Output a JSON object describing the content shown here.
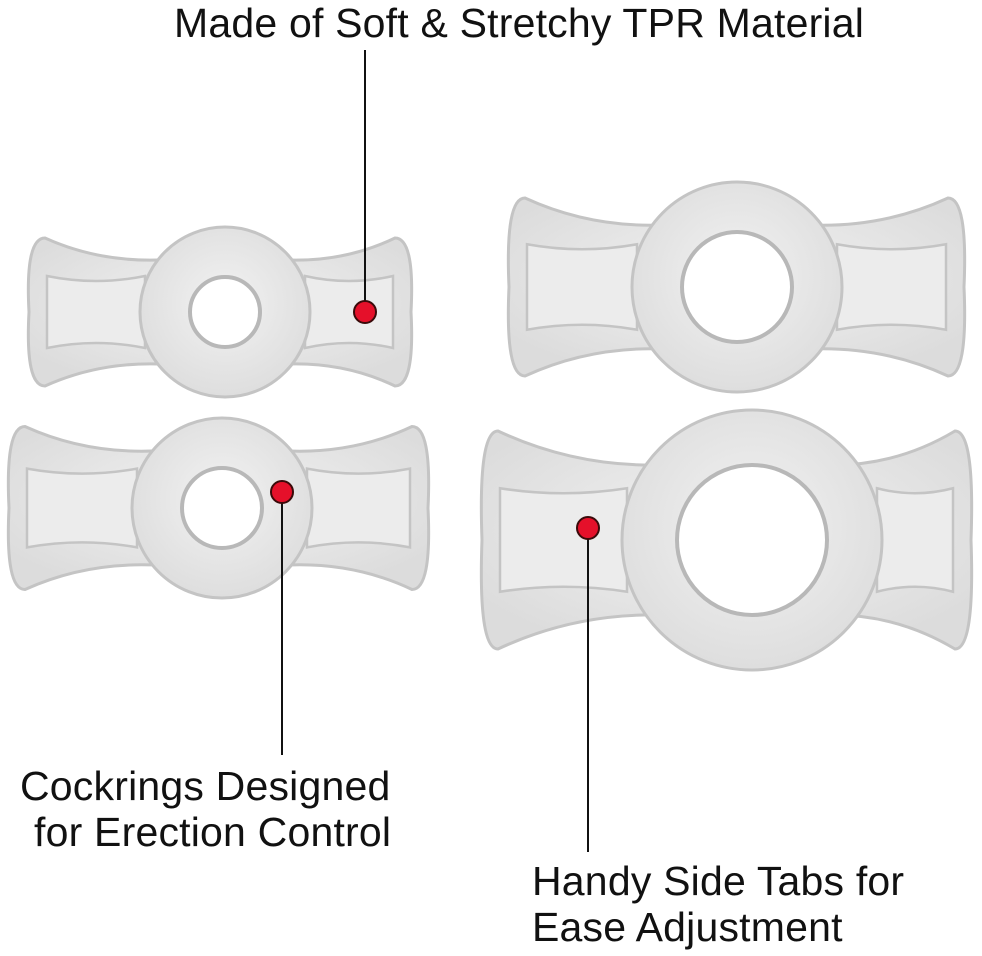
{
  "callouts": {
    "top": "Made of Soft & Stretchy TPR Material",
    "left_line1": "Cockrings Designed",
    "left_line2": "for Erection Control",
    "right_line1": "Handy Side Tabs for",
    "right_line2": "Ease Adjustment"
  },
  "colors": {
    "marker": "#e5102a",
    "leader_line": "#111111",
    "ring_fill": "#e8e8e8",
    "ring_edge": "#c4c4c4"
  }
}
